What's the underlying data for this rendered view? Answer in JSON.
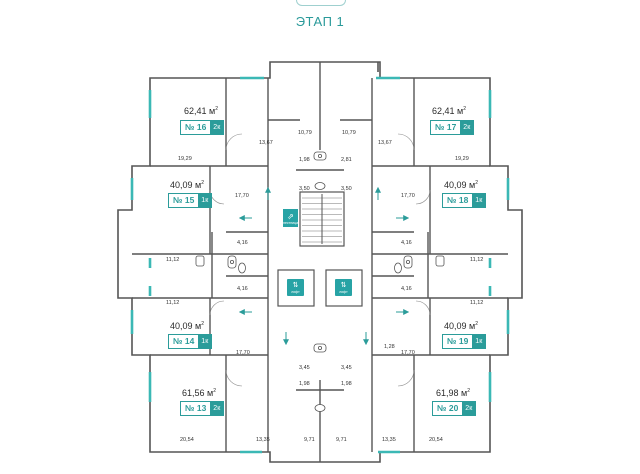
{
  "header": {
    "title": "ЭТАП 1"
  },
  "apartments": [
    {
      "id": "a16",
      "area": "62,41 м",
      "area_unit_sup": "2",
      "number": "№ 16",
      "rooms": "2к"
    },
    {
      "id": "a17",
      "area": "62,41 м",
      "area_unit_sup": "2",
      "number": "№ 17",
      "rooms": "2к"
    },
    {
      "id": "a15",
      "area": "40,09 м",
      "area_unit_sup": "2",
      "number": "№ 15",
      "rooms": "1к"
    },
    {
      "id": "a18",
      "area": "40,09 м",
      "area_unit_sup": "2",
      "number": "№ 18",
      "rooms": "1к"
    },
    {
      "id": "a14",
      "area": "40,09 м",
      "area_unit_sup": "2",
      "number": "№ 14",
      "rooms": "1к"
    },
    {
      "id": "a19",
      "area": "40,09 м",
      "area_unit_sup": "2",
      "number": "№ 19",
      "rooms": "1к"
    },
    {
      "id": "a13",
      "area": "61,56 м",
      "area_unit_sup": "2",
      "number": "№ 13",
      "rooms": "2к"
    },
    {
      "id": "a20",
      "area": "61,98 м",
      "area_unit_sup": "2",
      "number": "№ 20",
      "rooms": "2к"
    }
  ],
  "room_labels": [
    "13,67",
    "19,29",
    "10,79",
    "10,79",
    "13,67",
    "19,29",
    "1,98",
    "2,81",
    "3,50",
    "3,50",
    "17,70",
    "17,70",
    "4,16",
    "4,16",
    "11,12",
    "11,12",
    "4,16",
    "4,16",
    "11,12",
    "11,12",
    "17,70",
    "1,28",
    "17,70",
    "3,45",
    "3,45",
    "1,98",
    "1,98",
    "20,54",
    "13,35",
    "9,71",
    "9,71",
    "13,35",
    "20,54"
  ],
  "common_areas": {
    "stairs_label": "лестница",
    "lift_labels": [
      "лифт",
      "лифт"
    ]
  },
  "icons": {
    "arrow_icon": "arrow-icon",
    "elevator_icon": "elevator-icon",
    "stairs_icon": "stairs-icon",
    "sink_icon": "sink-icon",
    "toilet_icon": "toilet-icon"
  },
  "colors": {
    "accent": "#2b9c9a",
    "wall": "#555555",
    "window": "#3bb8b5"
  }
}
